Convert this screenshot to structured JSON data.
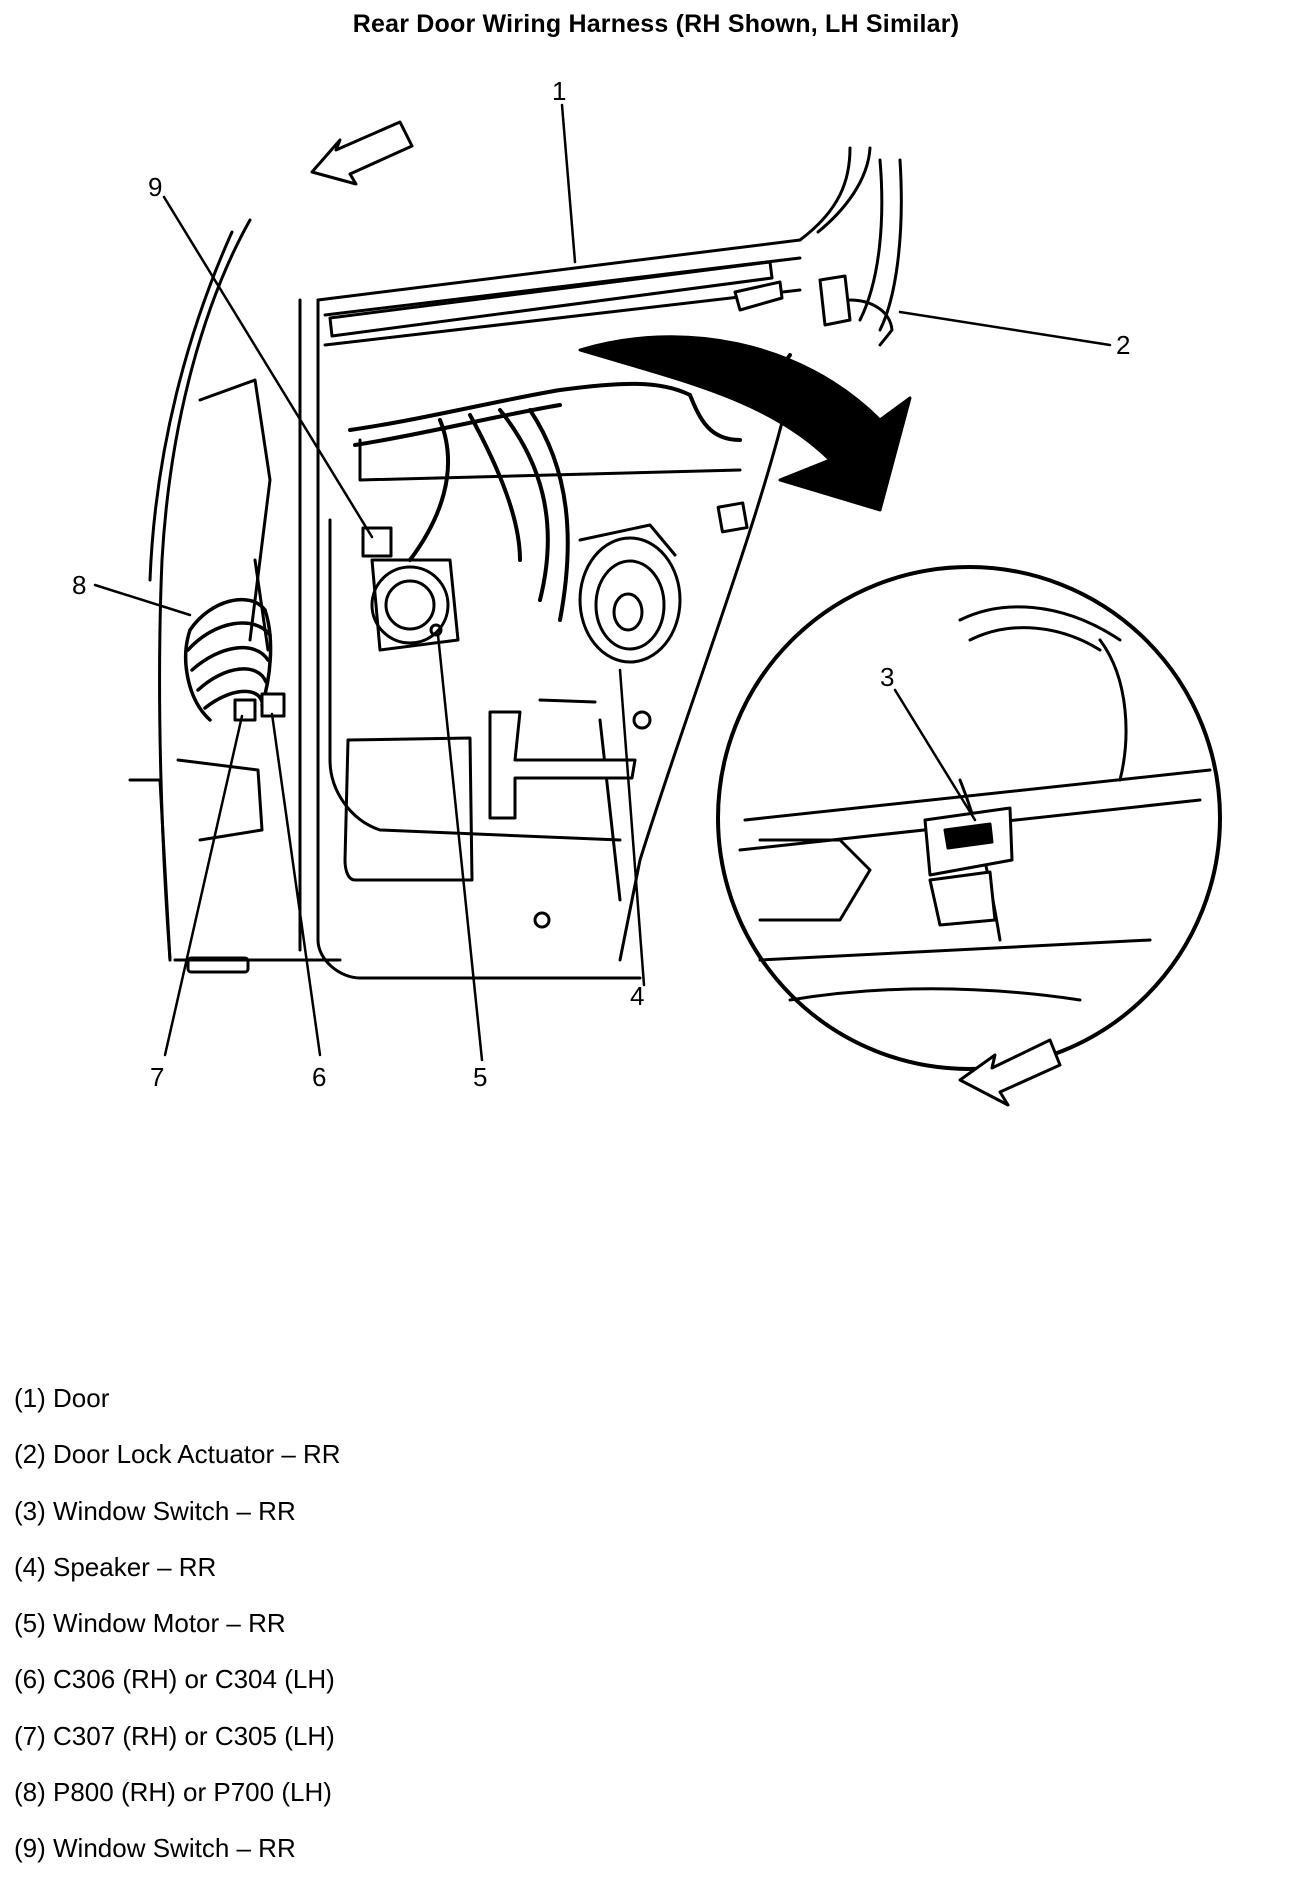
{
  "title": "Rear Door Wiring Harness (RH Shown, LH Similar)",
  "callouts": [
    "1",
    "2",
    "3",
    "4",
    "5",
    "6",
    "7",
    "8",
    "9"
  ],
  "legend": [
    "(1) Door",
    "(2) Door Lock Actuator – RR",
    "(3) Window Switch – RR",
    "(4) Speaker – RR",
    "(5) Window Motor – RR",
    "(6) C306 (RH) or C304 (LH)",
    "(7) C307 (RH) or C305 (LH)",
    "(8) P800 (RH) or P700 (LH)",
    "(9) Window Switch – RR"
  ]
}
